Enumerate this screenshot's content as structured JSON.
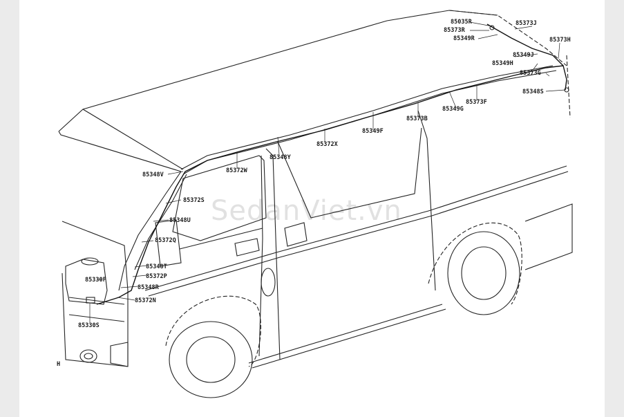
{
  "diagram": {
    "watermark": "SedanViet.vn",
    "corner_mark": "H",
    "parts": [
      {
        "id": "p85035R",
        "code": "85035R"
      },
      {
        "id": "p85373R",
        "code": "85373R"
      },
      {
        "id": "p85349R",
        "code": "85349R"
      },
      {
        "id": "p85373J",
        "code": "85373J"
      },
      {
        "id": "p85373H",
        "code": "85373H"
      },
      {
        "id": "p85349J",
        "code": "85349J"
      },
      {
        "id": "p85349H",
        "code": "85349H"
      },
      {
        "id": "p85373G",
        "code": "85373G"
      },
      {
        "id": "p85348S",
        "code": "85348S"
      },
      {
        "id": "p85373F",
        "code": "85373F"
      },
      {
        "id": "p85349G",
        "code": "85349G"
      },
      {
        "id": "p85373B",
        "code": "85373B"
      },
      {
        "id": "p85349F",
        "code": "85349F"
      },
      {
        "id": "p85372X",
        "code": "85372X"
      },
      {
        "id": "p85348Y",
        "code": "85348Y"
      },
      {
        "id": "p85372W",
        "code": "85372W"
      },
      {
        "id": "p85348V",
        "code": "85348V"
      },
      {
        "id": "p85372S",
        "code": "85372S"
      },
      {
        "id": "p85348U",
        "code": "85348U"
      },
      {
        "id": "p85372Q",
        "code": "85372Q"
      },
      {
        "id": "p85348T",
        "code": "85348T"
      },
      {
        "id": "p85372P",
        "code": "85372P"
      },
      {
        "id": "p85348R",
        "code": "85348R"
      },
      {
        "id": "p85372N",
        "code": "85372N"
      },
      {
        "id": "p85330F",
        "code": "85330F"
      },
      {
        "id": "p85330S",
        "code": "85330S"
      }
    ]
  }
}
